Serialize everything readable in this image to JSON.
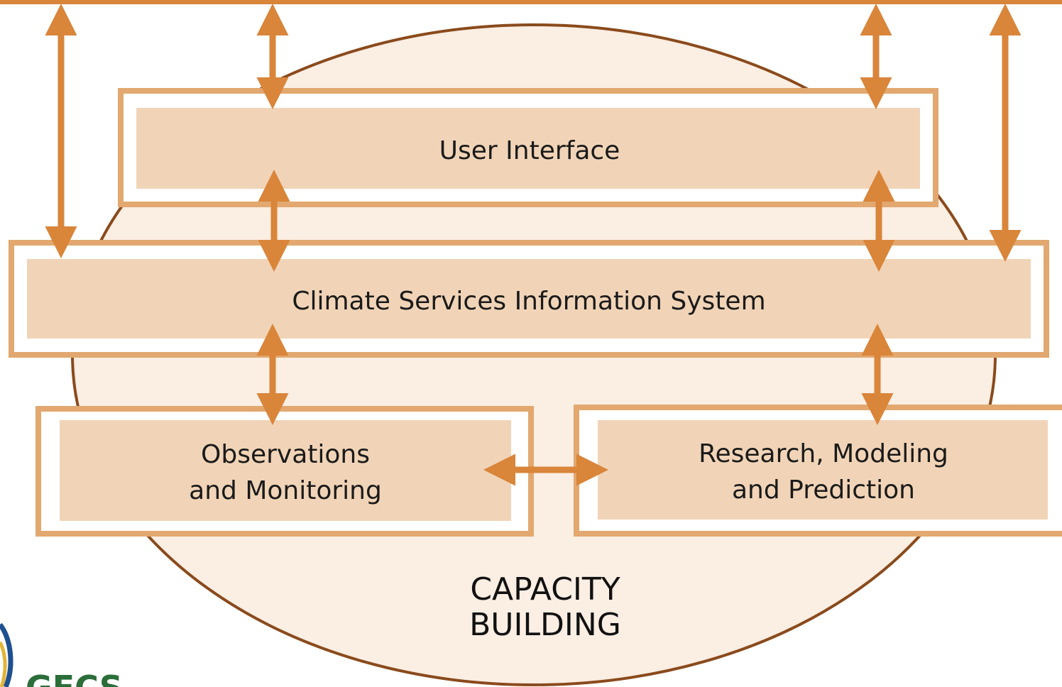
{
  "diagram": {
    "user_interface": "User Interface",
    "csis": "Climate Services Information System",
    "observations": [
      "Observations",
      "and Monitoring"
    ],
    "research": [
      "Research, Modeling",
      "and Prediction"
    ],
    "capacity": [
      "CAPACITY",
      "BUILDING"
    ],
    "logo_text": "GFCS"
  },
  "colors": {
    "arrow": "#d9853a",
    "box_fill": "#f1d4b7",
    "box_border": "#e2a86f",
    "ellipse_fill": "#fbeee3",
    "ellipse_stroke": "#8a4a1c",
    "logo": "#2b6e3a"
  }
}
